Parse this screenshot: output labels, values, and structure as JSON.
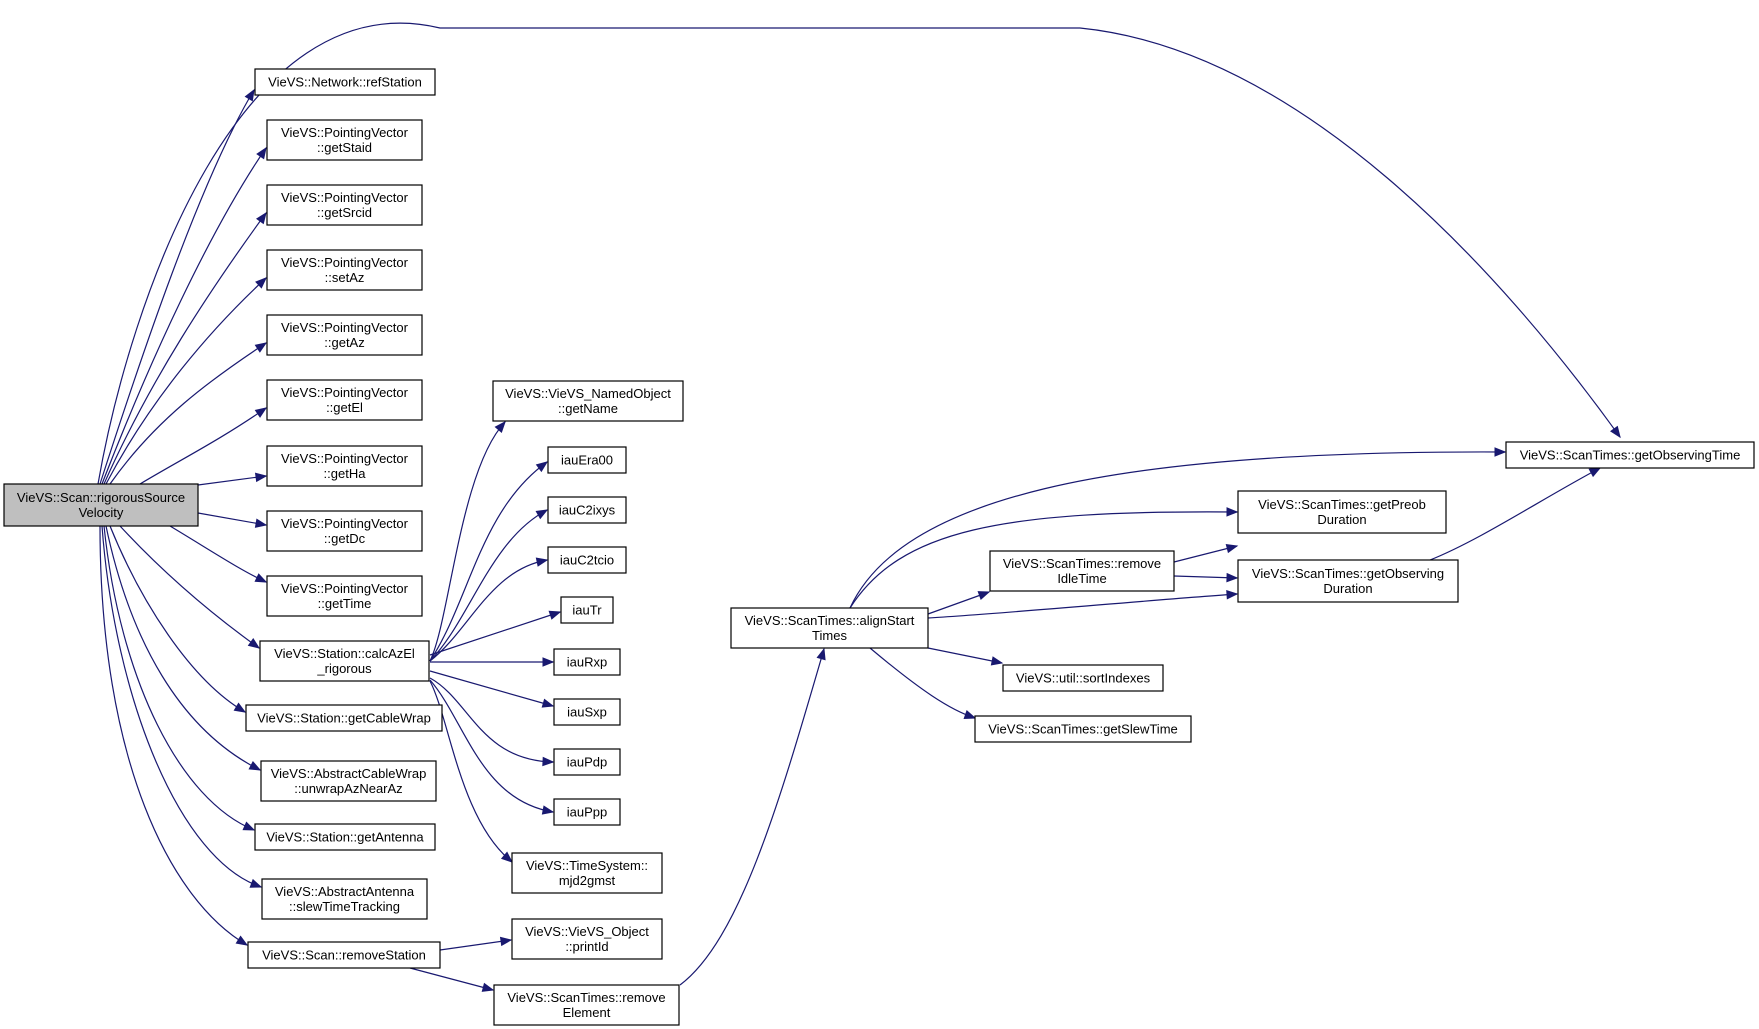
{
  "graph": {
    "colors": {
      "edge": "#191970",
      "root_fill": "#bfbfbf",
      "node_fill": "#ffffff",
      "node_border": "#000000"
    },
    "nodes": [
      {
        "id": "root",
        "lines": [
          "VieVS::Scan::rigorousSource",
          "Velocity"
        ]
      },
      {
        "id": "network-refstation",
        "lines": [
          "VieVS::Network::refStation"
        ]
      },
      {
        "id": "pv-getstaid",
        "lines": [
          "VieVS::PointingVector",
          "::getStaid"
        ]
      },
      {
        "id": "pv-getsrcid",
        "lines": [
          "VieVS::PointingVector",
          "::getSrcid"
        ]
      },
      {
        "id": "pv-setaz",
        "lines": [
          "VieVS::PointingVector",
          "::setAz"
        ]
      },
      {
        "id": "pv-getaz",
        "lines": [
          "VieVS::PointingVector",
          "::getAz"
        ]
      },
      {
        "id": "pv-getel",
        "lines": [
          "VieVS::PointingVector",
          "::getEl"
        ]
      },
      {
        "id": "pv-getha",
        "lines": [
          "VieVS::PointingVector",
          "::getHa"
        ]
      },
      {
        "id": "pv-getdc",
        "lines": [
          "VieVS::PointingVector",
          "::getDc"
        ]
      },
      {
        "id": "pv-gettime",
        "lines": [
          "VieVS::PointingVector",
          "::getTime"
        ]
      },
      {
        "id": "station-calcazel",
        "lines": [
          "VieVS::Station::calcAzEl",
          "_rigorous"
        ]
      },
      {
        "id": "station-getcablewrap",
        "lines": [
          "VieVS::Station::getCableWrap"
        ]
      },
      {
        "id": "acw-unwrap",
        "lines": [
          "VieVS::AbstractCableWrap",
          "::unwrapAzNearAz"
        ]
      },
      {
        "id": "station-getantenna",
        "lines": [
          "VieVS::Station::getAntenna"
        ]
      },
      {
        "id": "aa-slewtime",
        "lines": [
          "VieVS::AbstractAntenna",
          "::slewTimeTracking"
        ]
      },
      {
        "id": "scan-removestation",
        "lines": [
          "VieVS::Scan::removeStation"
        ]
      },
      {
        "id": "vno-getname",
        "lines": [
          "VieVS::VieVS_NamedObject",
          "::getName"
        ]
      },
      {
        "id": "iauera00",
        "lines": [
          "iauEra00"
        ]
      },
      {
        "id": "iauc2ixys",
        "lines": [
          "iauC2ixys"
        ]
      },
      {
        "id": "iauc2tcio",
        "lines": [
          "iauC2tcio"
        ]
      },
      {
        "id": "iautr",
        "lines": [
          "iauTr"
        ]
      },
      {
        "id": "iaurxp",
        "lines": [
          "iauRxp"
        ]
      },
      {
        "id": "iausxp",
        "lines": [
          "iauSxp"
        ]
      },
      {
        "id": "iaupdp",
        "lines": [
          "iauPdp"
        ]
      },
      {
        "id": "iauppp",
        "lines": [
          "iauPpp"
        ]
      },
      {
        "id": "ts-mjd2gmst",
        "lines": [
          "VieVS::TimeSystem::",
          "mjd2gmst"
        ]
      },
      {
        "id": "vo-printid",
        "lines": [
          "VieVS::VieVS_Object",
          "::printId"
        ]
      },
      {
        "id": "st-removeelement",
        "lines": [
          "VieVS::ScanTimes::remove",
          "Element"
        ]
      },
      {
        "id": "st-alignstart",
        "lines": [
          "VieVS::ScanTimes::alignStart",
          "Times"
        ]
      },
      {
        "id": "st-removeidle",
        "lines": [
          "VieVS::ScanTimes::remove",
          "IdleTime"
        ]
      },
      {
        "id": "util-sortindexes",
        "lines": [
          "VieVS::util::sortIndexes"
        ]
      },
      {
        "id": "st-getslewtime",
        "lines": [
          "VieVS::ScanTimes::getSlewTime"
        ]
      },
      {
        "id": "st-getpreob",
        "lines": [
          "VieVS::ScanTimes::getPreob",
          "Duration"
        ]
      },
      {
        "id": "st-getobsdur",
        "lines": [
          "VieVS::ScanTimes::getObserving",
          "Duration"
        ]
      },
      {
        "id": "st-getobstime",
        "lines": [
          "VieVS::ScanTimes::getObservingTime"
        ]
      }
    ]
  }
}
